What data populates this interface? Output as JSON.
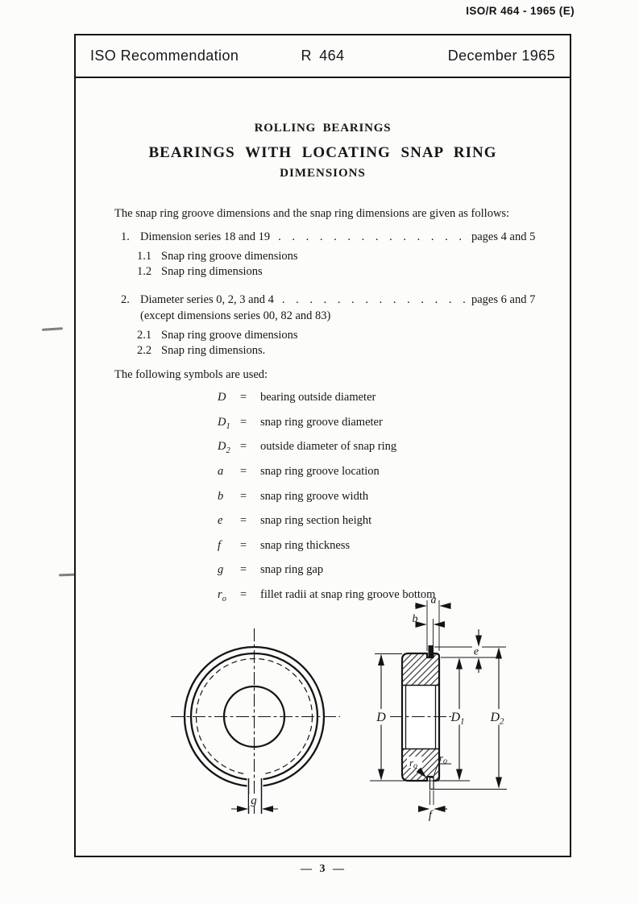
{
  "corner_ref": "ISO/R 464 - 1965 (E)",
  "header": {
    "left": "ISO Recommendation",
    "center": "R 464",
    "right": "December 1965"
  },
  "titles": {
    "category": "ROLLING BEARINGS",
    "main": "BEARINGS WITH LOCATING SNAP RING",
    "sub": "DIMENSIONS"
  },
  "intro": "The snap ring groove dimensions and the snap ring dimensions are given as follows:",
  "contents": [
    {
      "num": "1.",
      "label": "Dimension series 18 and 19",
      "dots": ". . . . . . . . . . . . . . . . . . .",
      "pages": "pages 4 and 5",
      "subitems": [
        {
          "num": "1.1",
          "label": "Snap ring groove dimensions"
        },
        {
          "num": "1.2",
          "label": "Snap ring dimensions"
        }
      ]
    },
    {
      "num": "2.",
      "label": "Diameter series 0, 2, 3 and 4",
      "note": "(except dimensions series 00, 82 and 83)",
      "dots": ". . . . . . . . . . . . . . . . . . . .",
      "pages": "pages 6 and 7",
      "subitems": [
        {
          "num": "2.1",
          "label": "Snap ring groove dimensions"
        },
        {
          "num": "2.2",
          "label": "Snap ring dimensions."
        }
      ]
    }
  ],
  "symbols_intro": "The following symbols are used:",
  "eq": "=",
  "symbols": [
    {
      "sym": "D",
      "sub": "",
      "desc": "bearing outside diameter"
    },
    {
      "sym": "D",
      "sub": "1",
      "desc": "snap ring groove diameter"
    },
    {
      "sym": "D",
      "sub": "2",
      "desc": "outside diameter of snap ring"
    },
    {
      "sym": "a",
      "sub": "",
      "desc": "snap ring groove location"
    },
    {
      "sym": "b",
      "sub": "",
      "desc": "snap ring groove width"
    },
    {
      "sym": "e",
      "sub": "",
      "desc": "snap ring section height"
    },
    {
      "sym": "f",
      "sub": "",
      "desc": "snap ring thickness"
    },
    {
      "sym": "g",
      "sub": "",
      "desc": "snap ring gap"
    },
    {
      "sym": "r",
      "sub": "o",
      "desc": "fillet radii at snap ring groove bottom"
    }
  ],
  "drawing": {
    "labels": {
      "D": "D",
      "sub1": "1",
      "sub2": "2",
      "a": "a",
      "b": "b",
      "e": "e",
      "f": "f",
      "g": "g",
      "r": "r",
      "subo": "o"
    }
  },
  "page_number": "— 3 —"
}
